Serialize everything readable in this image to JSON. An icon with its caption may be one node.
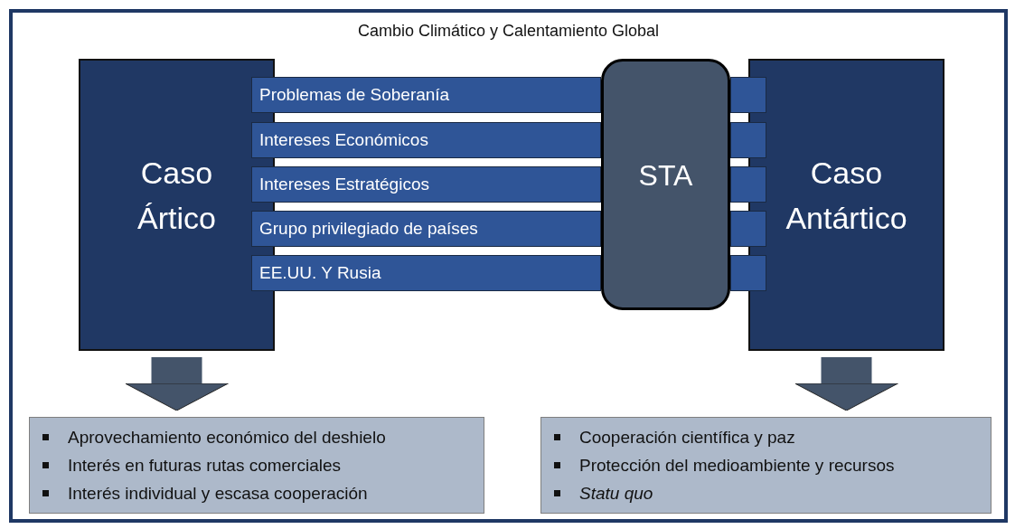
{
  "diagram": {
    "nodes": [
      {
        "text": [
          "Cambio Climático y Calentamiento Global"
        ]
      },
      {
        "text": [
          "Caso Ártico"
        ],
        "in": 0
      },
      {
        "text": [
          "Problemas de Soberanía"
        ],
        "in": 0
      },
      {
        "text": [
          "Intereses Económicos"
        ],
        "in": 0
      },
      {
        "text": [
          "Intereses Estratégicos"
        ],
        "in": 0
      },
      {
        "text": [
          "Grupo privilegiado de países"
        ],
        "in": 0
      },
      {
        "text": [
          "EE.UU.  Y Rusia"
        ],
        "in": 0
      },
      {
        "text": [
          "STA"
        ],
        "in": 0
      },
      {
        "text": [
          "Caso Antártico"
        ],
        "in": 0
      },
      {
        "text": [
          "Aprovechamiento económico del deshielo",
          "Interés en futuras rutas comerciales",
          "Interés individual y escasa cooperación"
        ],
        "in": 0
      },
      {
        "text": [
          "Cooperación científica y paz",
          "Protección del medioambiente y recursos",
          "*Statu quo*"
        ],
        "in": 0
      }
    ],
    "edges": [
      {
        "from": 1,
        "to": 9,
        "arrow": "to"
      },
      {
        "from": 8,
        "to": 10,
        "arrow": "to"
      }
    ]
  }
}
